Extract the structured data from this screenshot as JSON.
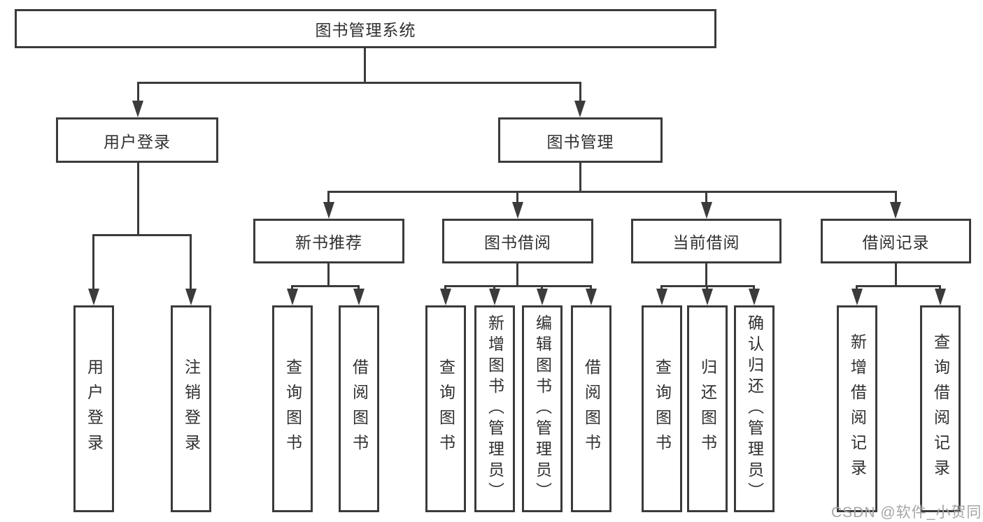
{
  "root": {
    "label": "图书管理系统"
  },
  "level2": [
    {
      "label": "用户登录"
    },
    {
      "label": "图书管理"
    }
  ],
  "level3": [
    {
      "label": "新书推荐",
      "parent": "图书管理"
    },
    {
      "label": "图书借阅",
      "parent": "图书管理"
    },
    {
      "label": "当前借阅",
      "parent": "图书管理"
    },
    {
      "label": "借阅记录",
      "parent": "图书管理"
    }
  ],
  "leaves": [
    {
      "label": "用户登录",
      "parent": "用户登录"
    },
    {
      "label": "注销登录",
      "parent": "用户登录"
    },
    {
      "label": "查询图书",
      "parent": "新书推荐"
    },
    {
      "label": "借阅图书",
      "parent": "新书推荐"
    },
    {
      "label": "查询图书",
      "parent": "图书借阅"
    },
    {
      "label": "新增图书（管理员）",
      "parent": "图书借阅"
    },
    {
      "label": "编辑图书（管理员）",
      "parent": "图书借阅"
    },
    {
      "label": "借阅图书",
      "parent": "图书借阅"
    },
    {
      "label": "查询图书",
      "parent": "当前借阅"
    },
    {
      "label": "归还图书",
      "parent": "当前借阅"
    },
    {
      "label": "确认归还（管理员）",
      "parent": "当前借阅"
    },
    {
      "label": "新增借阅记录",
      "parent": "借阅记录"
    },
    {
      "label": "查询借阅记录",
      "parent": "借阅记录"
    }
  ],
  "watermark": {
    "text": "CSDN @软件_小贺同学"
  },
  "colors": {
    "line": "#3b3b3b",
    "text": "#303030",
    "watermark": "#a5a5a5",
    "background": "#ffffff"
  }
}
